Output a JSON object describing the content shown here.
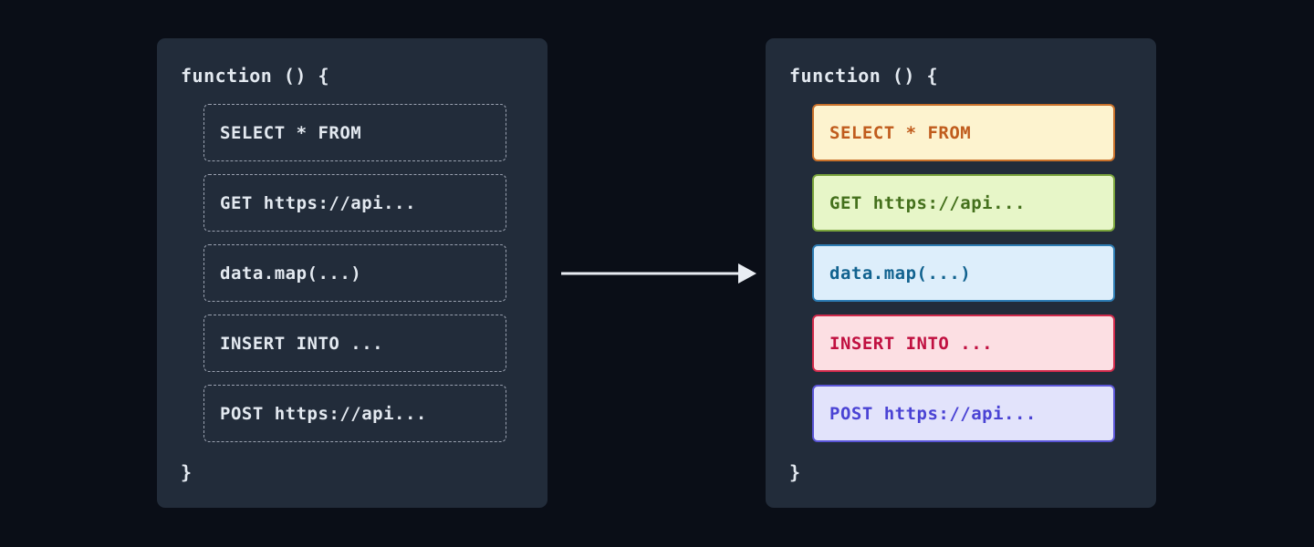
{
  "page": {
    "background": "#0a0e17",
    "panel_background": "#222c3a",
    "panel_text_color": "#e3e9f0",
    "dashed_border_color": "#9aa1b0"
  },
  "arrow": {
    "name": "transform-arrow",
    "direction": "right",
    "color": "#e9edf3"
  },
  "left_panel": {
    "title": "function () {",
    "closing": "}",
    "blocks": [
      {
        "label": "SELECT * FROM"
      },
      {
        "label": "GET https://api..."
      },
      {
        "label": "data.map(...)"
      },
      {
        "label": "INSERT INTO ..."
      },
      {
        "label": "POST https://api..."
      }
    ]
  },
  "right_panel": {
    "title": "function () {",
    "closing": "}",
    "blocks": [
      {
        "label": "SELECT * FROM",
        "bg": "#fdf3cf",
        "border": "#c8702a",
        "color": "#c05c1d"
      },
      {
        "label": "GET https://api...",
        "bg": "#e7f6c8",
        "border": "#7aa43c",
        "color": "#44701c"
      },
      {
        "label": "data.map(...)",
        "bg": "#ddeefb",
        "border": "#2d7cb3",
        "color": "#11628f"
      },
      {
        "label": "INSERT INTO ...",
        "bg": "#fcdfe3",
        "border": "#d02a4b",
        "color": "#c01040"
      },
      {
        "label": "POST https://api...",
        "bg": "#e2e3fb",
        "border": "#5a55d6",
        "color": "#4a43d4"
      }
    ]
  }
}
